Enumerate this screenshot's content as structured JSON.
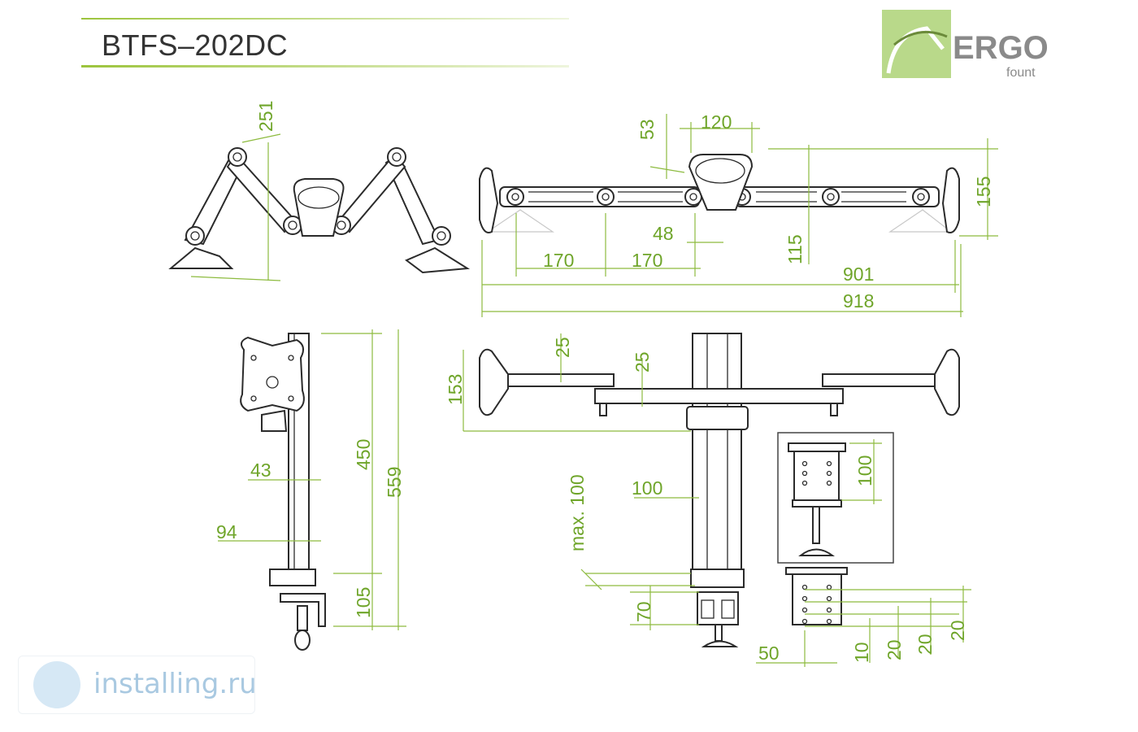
{
  "title": "BTFS–202DC",
  "logo": {
    "brand": "ERGO",
    "sub": "fount",
    "accent": "#9cc43c"
  },
  "watermark": {
    "text": "installing.ru",
    "icon": "cog-badge-icon"
  },
  "dimensions": {
    "top_left": {
      "d251": "251"
    },
    "top_right": {
      "d53": "53",
      "d120": "120",
      "d155": "155",
      "d48": "48",
      "d115": "115",
      "d170a": "170",
      "d170b": "170",
      "d901": "901",
      "d918": "918"
    },
    "side_view": {
      "d43": "43",
      "d94": "94",
      "d450": "450",
      "d559": "559",
      "d105": "105"
    },
    "front_view": {
      "d25a": "25",
      "d25b": "25",
      "d153": "153",
      "d100": "100",
      "dmax100": "max. 100",
      "d70": "70"
    },
    "clamp_detail": {
      "d100": "100",
      "d50": "50",
      "d10": "10",
      "d20a": "20",
      "d20b": "20",
      "d20c": "20"
    }
  },
  "colors": {
    "dimension": "#6fa52a",
    "outline": "#2b2b2b"
  }
}
